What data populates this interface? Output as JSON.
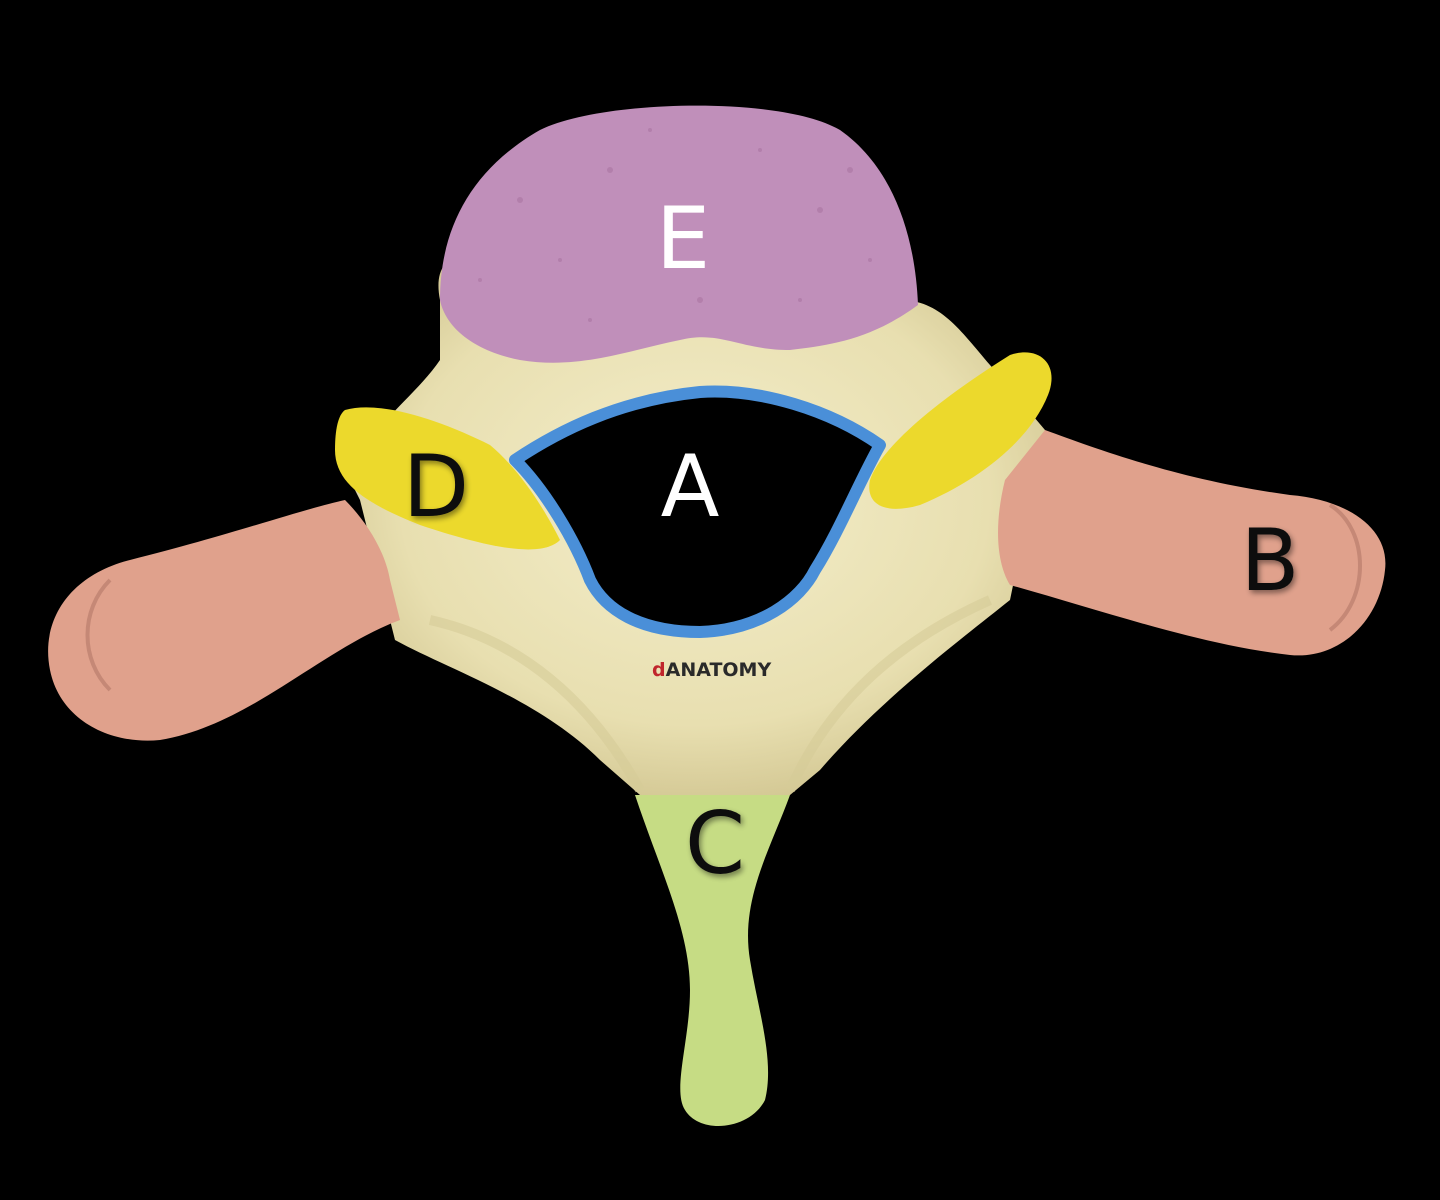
{
  "labels": {
    "a": "A",
    "b": "B",
    "c": "C",
    "d": "D",
    "e": "E"
  },
  "watermark": {
    "prefix": "d",
    "rest": "ANATOMY"
  },
  "colors": {
    "background": "#000000",
    "bone": "#ebe3b7",
    "vertebral_body": "#c08fba",
    "transverse_process": "#e0a18c",
    "spinous_process": "#c6dc84",
    "articular_facet": "#ecd92c",
    "foramen_outline": "#4a8fd8",
    "foramen_fill": "#000000",
    "label_light": "#ffffff",
    "label_dark": "#111111",
    "watermark_accent": "#c0262c"
  }
}
